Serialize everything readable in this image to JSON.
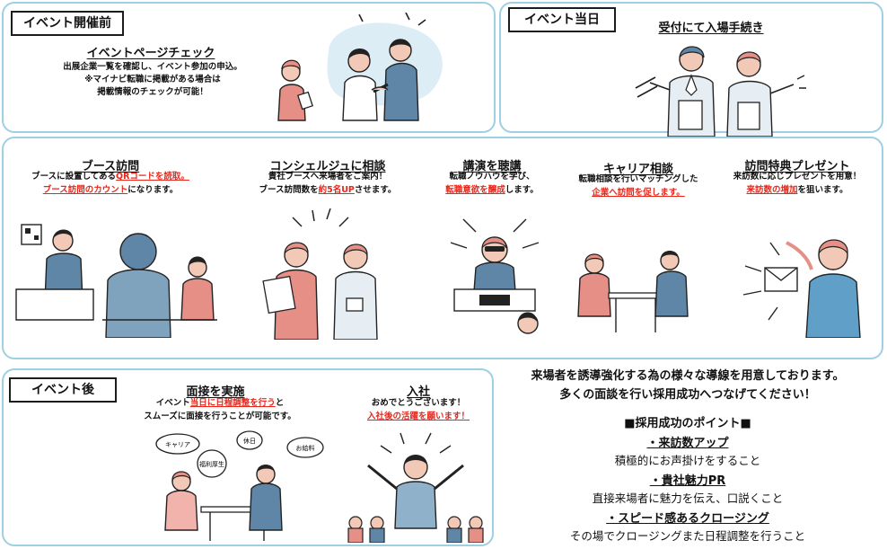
{
  "before": {
    "tag": "イベント開催前",
    "title": "イベントページチェック",
    "desc1": "出展企業一覧を確認し、イベント参加の申込。",
    "desc2": "※マイナビ転職に掲載がある場合は",
    "desc3": "掲載情報のチェックが可能！"
  },
  "dayof": {
    "tag": "イベント当日",
    "title": "受付にて入場手続き"
  },
  "activities": [
    {
      "title": "ブース訪問",
      "l1a": "ブースに設置してある",
      "l1b": "QRコードを読取。",
      "l2a": "ブース訪問のカウント",
      "l2b": "になります。"
    },
    {
      "title": "コンシェルジュに相談",
      "l1": "貴社ブースへ来場者をご案内！",
      "l2a": "ブース訪問数を",
      "l2b": "約5名UP",
      "l2c": "させます。"
    },
    {
      "title": "講演を聴講",
      "l1": "転職ノウハウを学び、",
      "l2a": "転職意欲を醸成",
      "l2b": "します。"
    },
    {
      "title": "キャリア相談",
      "l1": "転職相談を行いマッチングした",
      "l2a": "企業へ訪問を促します。"
    },
    {
      "title": "訪問特典プレゼント",
      "l1": "来訪数に応じプレゼントを用意！",
      "l2a": "来訪数の増加",
      "l2b": "を狙います。"
    }
  ],
  "after": {
    "tag": "イベント後",
    "interview_title": "面接を実施",
    "interview_l1a": "イベント",
    "interview_l1b": "当日に日程調整を行う",
    "interview_l1c": "と",
    "interview_l2": "スムーズに面接を行うことが可能です。",
    "bubbles": [
      "キャリア",
      "福利厚生",
      "休日",
      "お給料"
    ],
    "join_title": "入社",
    "join_l1": "おめでとうございます！",
    "join_l2": "入社後の活躍を願います！"
  },
  "right": {
    "intro1": "来場者を誘導強化する為の様々な導線を用意しております。",
    "intro2": "多くの面談を行い採用成功へつなげてください！",
    "points_title": "■採用成功のポイント■",
    "points": [
      {
        "head": "・来訪数アップ",
        "desc": "積極的にお声掛けをすること"
      },
      {
        "head": "・貴社魅力PR",
        "desc": "直接来場者に魅力を伝え、口説くこと"
      },
      {
        "head": "・スピード感あるクロージング",
        "desc": "その場でクロージングまた日程調整を行うこと"
      }
    ]
  },
  "colors": {
    "panel_border": "#9fcfe3",
    "accent_red": "#e8271b",
    "skin": "#f2c9b6",
    "suit": "#5f86a6"
  }
}
